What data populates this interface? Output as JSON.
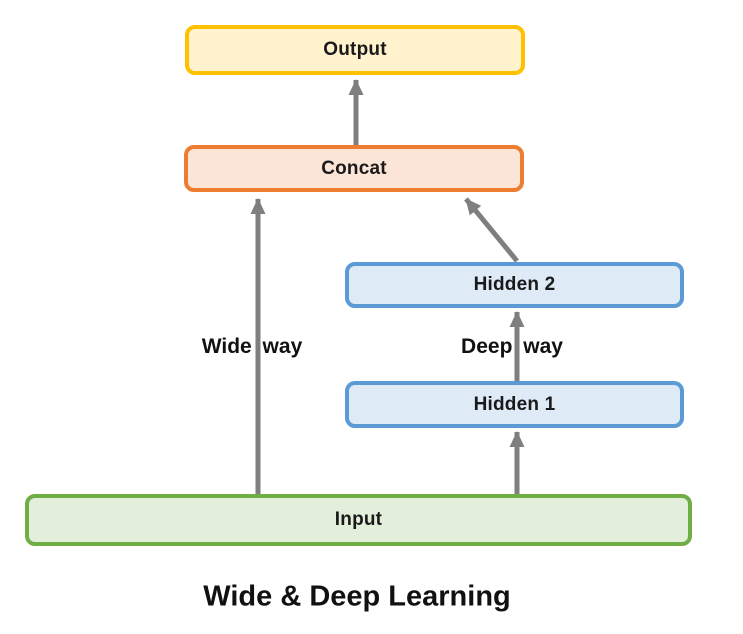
{
  "diagram": {
    "title": "Wide & Deep Learning",
    "nodes": {
      "output": {
        "label": "Output"
      },
      "concat": {
        "label": "Concat"
      },
      "hidden2": {
        "label": "Hidden 2"
      },
      "hidden1": {
        "label": "Hidden 1"
      },
      "input": {
        "label": "Input"
      }
    },
    "edge_labels": {
      "wide": "Wide way",
      "deep": "Deep way"
    },
    "edges": [
      {
        "from": "concat",
        "to": "output"
      },
      {
        "from": "input",
        "to": "concat",
        "label": "Wide way"
      },
      {
        "from": "hidden2",
        "to": "concat"
      },
      {
        "from": "hidden1",
        "to": "hidden2",
        "label": "Deep way"
      },
      {
        "from": "input",
        "to": "hidden1"
      }
    ],
    "colors": {
      "output_border": "#FFC000",
      "output_fill": "#FFF2CC",
      "concat_border": "#ED7D31",
      "concat_fill": "#FBE5D6",
      "hidden_border": "#5B9BD5",
      "hidden_fill": "#DEEBF7",
      "input_border": "#70AD47",
      "input_fill": "#E2EFDA",
      "arrow": "#7F7F7F"
    }
  }
}
